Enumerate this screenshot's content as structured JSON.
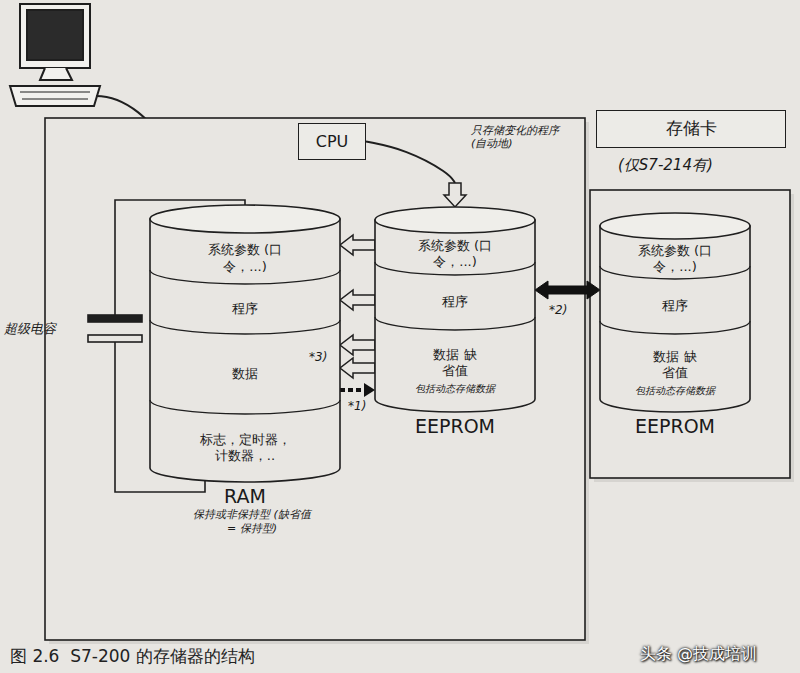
{
  "diagram": {
    "caption": "图 2.6  S7-200 的存储器的结构",
    "nodes": [
      {
        "text": [
          "CPU"
        ]
      },
      {
        "text": [
          "RAM"
        ]
      },
      {
        "text": [
          "系统参数 (口令，...)"
        ],
        "in": 1
      },
      {
        "text": [
          "程序"
        ],
        "in": 1
      },
      {
        "text": [
          "数据"
        ],
        "in": 1
      },
      {
        "text": [
          "标志，定时器， 计数器，.."
        ],
        "in": 1
      },
      {
        "text": [
          "EEPROM"
        ]
      },
      {
        "text": [
          "系统参数 (口令，...)"
        ],
        "in": 6
      },
      {
        "text": [
          "程序"
        ],
        "in": 6
      },
      {
        "text": [
          "数据 缺省值",
          "包括动态存储数据"
        ],
        "in": 6
      },
      {
        "text": [
          "存储卡"
        ]
      },
      {
        "text": [
          "EEPROM"
        ]
      },
      {
        "text": [
          "系统参数 (口令，...)"
        ],
        "in": 11
      },
      {
        "text": [
          "程序"
        ],
        "in": 11
      },
      {
        "text": [
          "数据 缺省值",
          "包括动态存储数据"
        ],
        "in": 11
      }
    ],
    "edges": [
      {
        "from": 0,
        "to": 6,
        "arrow": "to",
        "label": "只存储变化的程序(自动地)"
      },
      {
        "from": 7,
        "to": 2,
        "arrow": "to"
      },
      {
        "from": 8,
        "to": 3,
        "arrow": "to"
      },
      {
        "from": 9,
        "to": 4,
        "arrow": "to"
      },
      {
        "from": 9,
        "to": 4,
        "arrow": "to",
        "label": "*3)"
      },
      {
        "from": 4,
        "to": 9,
        "arrow": "to",
        "label": "*1)"
      },
      {
        "from": 6,
        "to": 11,
        "arrow": "both",
        "label": "*2)"
      }
    ],
    "labels": [
      "超级电容",
      "保持或非保持型 (缺省值 = 保持型)",
      "(仅S7-214有)",
      "头条 @技成培训"
    ]
  }
}
